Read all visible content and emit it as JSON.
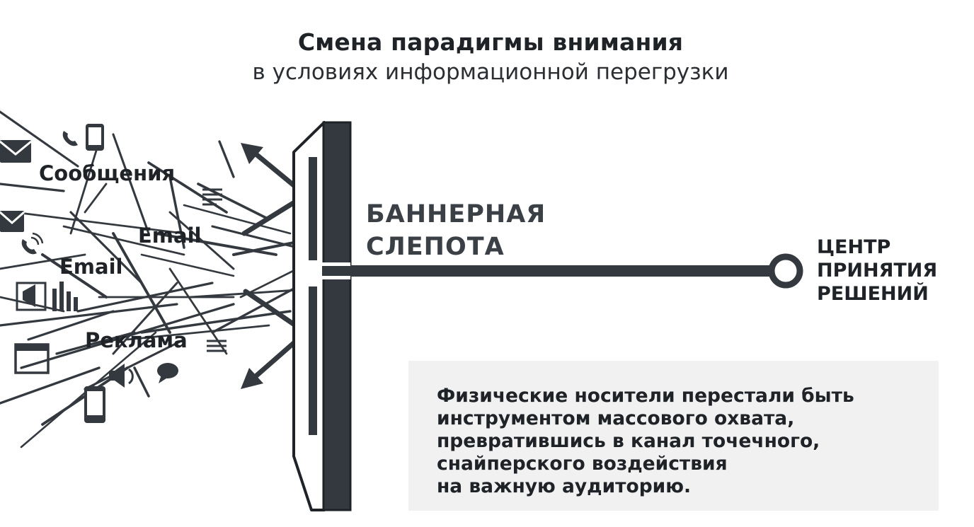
{
  "header": {
    "title": "Смена парадигмы внимания",
    "subtitle": "в условиях информационной перегрузки"
  },
  "noise_labels": {
    "messages": "Сообщения",
    "email_1": "Email",
    "email_2": "Email",
    "ads": "Реклама"
  },
  "barrier": {
    "label_line1": "БАННЕРНАЯ",
    "label_line2": "СЛЕПОТА"
  },
  "target": {
    "line1": "ЦЕНТР",
    "line2": "ПРИНЯТИЯ",
    "line3": "РЕШЕНИЙ"
  },
  "note": {
    "line1": "Физические носители перестали быть",
    "line2": "инструментом массового охвата,",
    "line3": "превратившись в канал точечного,",
    "line4": "снайперского воздействия",
    "line5": "на важную аудиторию."
  },
  "icons": [
    "envelope-icon",
    "phone-icon",
    "smartphone-icon",
    "document-icon",
    "megaphone-icon",
    "bar-chart-icon",
    "window-icon",
    "speaker-icon",
    "chat-bubble-icon"
  ],
  "colors": {
    "ink": "#33393e",
    "dark": "#1f2327",
    "note_bg": "#f1f1f1"
  }
}
